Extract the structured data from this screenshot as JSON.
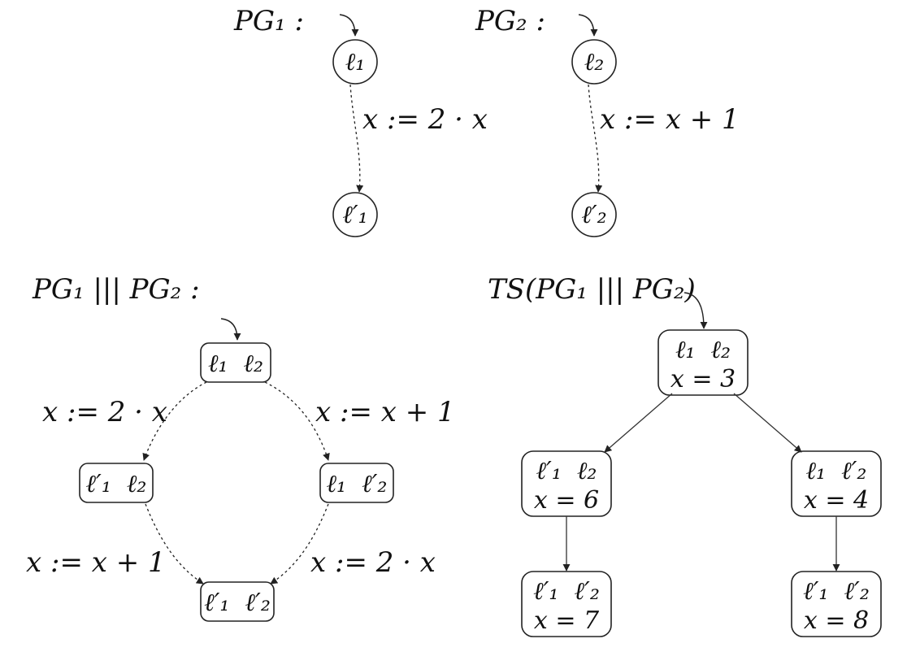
{
  "pg1": {
    "title": "PG₁ :",
    "loc_start": "ℓ₁",
    "loc_end": "ℓ′₁",
    "action": "x := 2 · x"
  },
  "pg2": {
    "title": "PG₂ :",
    "loc_start": "ℓ₂",
    "loc_end": "ℓ′₂",
    "action": "x := x + 1"
  },
  "interleaving": {
    "title": "PG₁ ||| PG₂ :",
    "states": {
      "top": "ℓ₁  ℓ₂",
      "left": "ℓ′₁  ℓ₂",
      "right": "ℓ₁  ℓ′₂",
      "bottom": "ℓ′₁  ℓ′₂"
    },
    "actions": {
      "top_left": "x := 2 · x",
      "top_right": "x := x + 1",
      "left_bottom": "x := x + 1",
      "right_bottom": "x := 2 · x"
    }
  },
  "ts": {
    "title": "TS(PG₁ ||| PG₂)",
    "states": {
      "root": {
        "loc": "ℓ₁  ℓ₂",
        "val": "x = 3"
      },
      "left": {
        "loc": "ℓ′₁  ℓ₂",
        "val": "x = 6"
      },
      "right": {
        "loc": "ℓ₁  ℓ′₂",
        "val": "x = 4"
      },
      "left_leaf": {
        "loc": "ℓ′₁  ℓ′₂",
        "val": "x = 7"
      },
      "right_leaf": {
        "loc": "ℓ′₁  ℓ′₂",
        "val": "x = 8"
      }
    }
  }
}
